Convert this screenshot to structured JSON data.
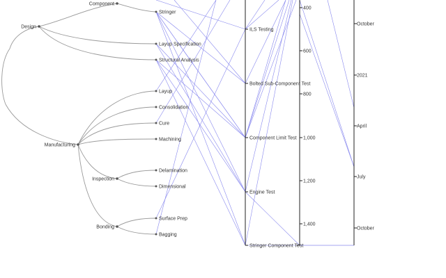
{
  "tree": {
    "parents": [
      {
        "id": "design",
        "label": "Design"
      },
      {
        "id": "component",
        "label": "Component"
      },
      {
        "id": "manufacturing",
        "label": "Manufacturing"
      },
      {
        "id": "inspection",
        "label": "Inspection"
      },
      {
        "id": "bonding",
        "label": "Bonding"
      }
    ],
    "leaves": [
      {
        "id": "stringer",
        "label": "Stringer"
      },
      {
        "id": "layup-spec",
        "label": "Layup Specification"
      },
      {
        "id": "structural-analysis",
        "label": "Structural Analysis"
      },
      {
        "id": "layup",
        "label": "Layup"
      },
      {
        "id": "consolidation",
        "label": "Consolidation"
      },
      {
        "id": "cure",
        "label": "Cure"
      },
      {
        "id": "machining",
        "label": "Machining"
      },
      {
        "id": "delamination",
        "label": "Delamination"
      },
      {
        "id": "dimensional",
        "label": "Dimensional"
      },
      {
        "id": "surface-prep",
        "label": "Surface Prep"
      },
      {
        "id": "bagging",
        "label": "Bagging"
      }
    ]
  },
  "tests_axis": {
    "items": [
      {
        "id": "ils",
        "label": "ILS Testing"
      },
      {
        "id": "bolted",
        "label": "Bolted Sub-Component Test"
      },
      {
        "id": "limit",
        "label": "Component Limit Test"
      },
      {
        "id": "engine",
        "label": "Engine Test"
      },
      {
        "id": "stringer-comp",
        "label": "Stringer Component Test"
      }
    ]
  },
  "value_axis": {
    "ticks": [
      "400",
      "600",
      "800",
      "1,000",
      "1,200",
      "1,400"
    ]
  },
  "date_axis": {
    "ticks": [
      "October",
      "2021",
      "April",
      "July",
      "October"
    ]
  }
}
